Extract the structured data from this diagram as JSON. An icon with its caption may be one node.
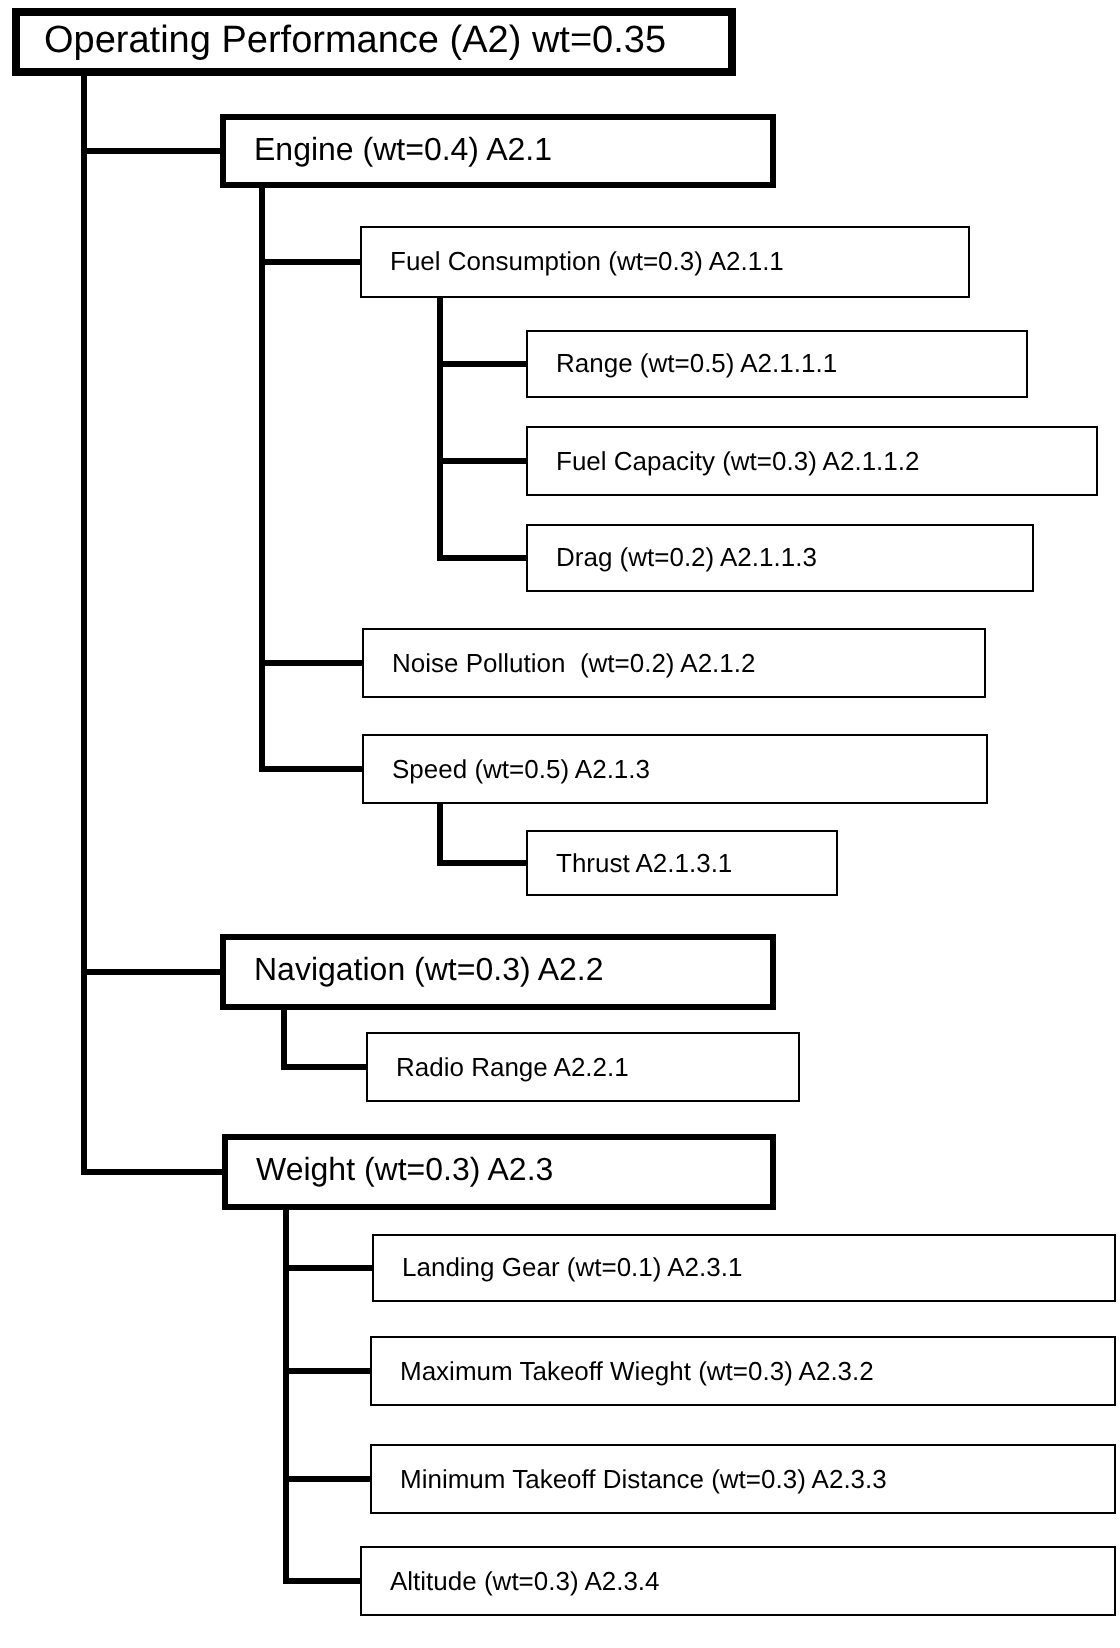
{
  "diagram": {
    "nodes": [
      {
        "text": [
          "Operating Performance (A2) wt=0.35"
        ]
      },
      {
        "text": [
          "Engine (wt=0.4) A2.1"
        ]
      },
      {
        "text": [
          "Fuel Consumption (wt=0.3) A2.1.1"
        ]
      },
      {
        "text": [
          "Range (wt=0.5) A2.1.1.1"
        ]
      },
      {
        "text": [
          "Fuel Capacity (wt=0.3) A2.1.1.2"
        ]
      },
      {
        "text": [
          "Drag (wt=0.2) A2.1.1.3"
        ]
      },
      {
        "text": [
          "Noise Pollution  (wt=0.2) A2.1.2"
        ]
      },
      {
        "text": [
          "Speed (wt=0.5) A2.1.3"
        ]
      },
      {
        "text": [
          "Thrust A2.1.3.1"
        ]
      },
      {
        "text": [
          "Navigation (wt=0.3) A2.2"
        ]
      },
      {
        "text": [
          "Radio Range A2.2.1"
        ]
      },
      {
        "text": [
          "Weight (wt=0.3) A2.3"
        ]
      },
      {
        "text": [
          "Landing Gear (wt=0.1) A2.3.1"
        ]
      },
      {
        "text": [
          "Maximum Takeoff Wieght (wt=0.3) A2.3.2"
        ]
      },
      {
        "text": [
          "Minimum Takeoff Distance (wt=0.3) A2.3.3"
        ]
      },
      {
        "text": [
          "Altitude (wt=0.3) A2.3.4"
        ]
      }
    ],
    "edges": [
      {
        "from": 0,
        "to": 1,
        "arrow": "none"
      },
      {
        "from": 1,
        "to": 2,
        "arrow": "none"
      },
      {
        "from": 2,
        "to": 3,
        "arrow": "none"
      },
      {
        "from": 2,
        "to": 4,
        "arrow": "none"
      },
      {
        "from": 2,
        "to": 5,
        "arrow": "none"
      },
      {
        "from": 1,
        "to": 6,
        "arrow": "none"
      },
      {
        "from": 1,
        "to": 7,
        "arrow": "none"
      },
      {
        "from": 7,
        "to": 8,
        "arrow": "none"
      },
      {
        "from": 0,
        "to": 9,
        "arrow": "none"
      },
      {
        "from": 9,
        "to": 10,
        "arrow": "none"
      },
      {
        "from": 0,
        "to": 11,
        "arrow": "none"
      },
      {
        "from": 11,
        "to": 12,
        "arrow": "none"
      },
      {
        "from": 11,
        "to": 13,
        "arrow": "none"
      },
      {
        "from": 11,
        "to": 14,
        "arrow": "none"
      },
      {
        "from": 11,
        "to": 15,
        "arrow": "none"
      }
    ]
  }
}
